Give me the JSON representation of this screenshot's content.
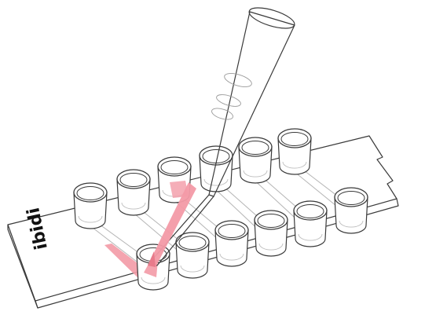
{
  "brand": {
    "logo_text": "ibidi"
  },
  "colors": {
    "outline": "#3a3a3a",
    "channel": "#9a9a9a",
    "pink": "#f39aa6",
    "pink_dark": "#e87b8b",
    "well_fill": "#ffffff"
  },
  "slide": {
    "wells_per_row": 6,
    "rows": 2
  }
}
